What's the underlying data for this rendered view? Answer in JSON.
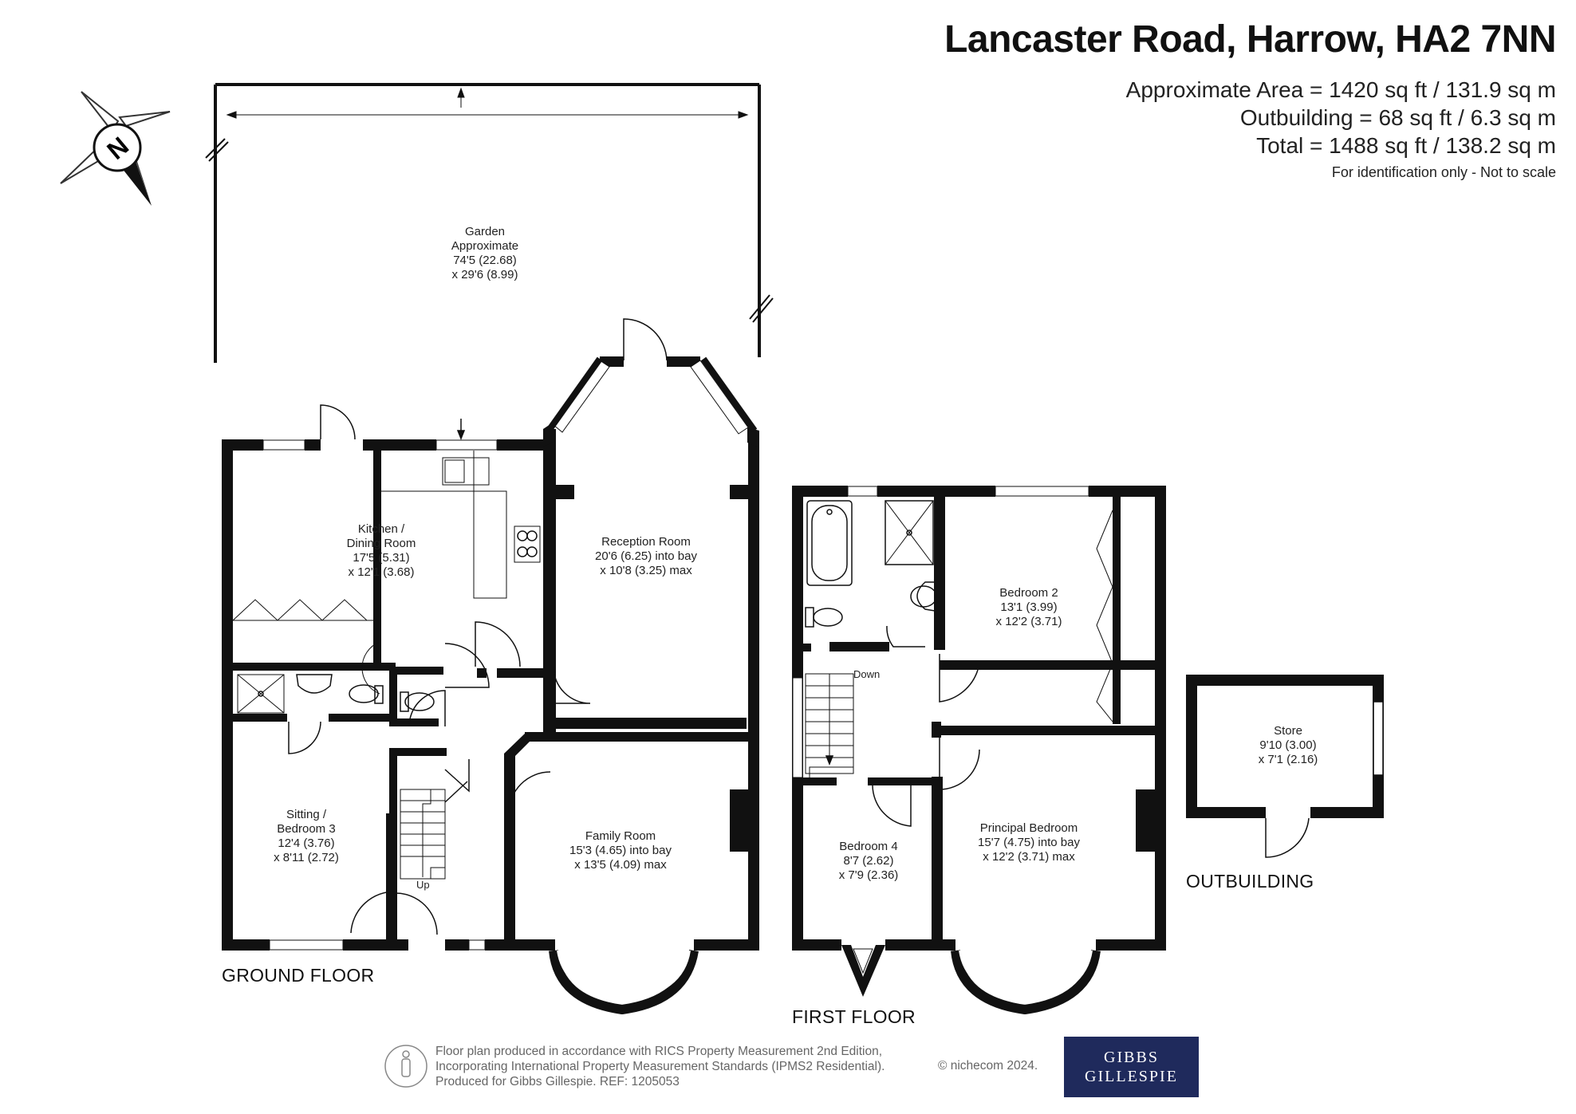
{
  "header": {
    "title": "Lancaster Road, Harrow, HA2 7NN",
    "area_approx": "Approximate Area = 1420 sq ft / 131.9 sq m",
    "area_outbuilding": "Outbuilding = 68 sq ft / 6.3 sq m",
    "area_total": "Total = 1488 sq ft / 138.2 sq m",
    "note": "For identification only - Not to scale"
  },
  "compass": {
    "letter": "N"
  },
  "garden": {
    "name": "Garden",
    "line2": "Approximate",
    "dim1": "74'5 (22.68)",
    "dim2": "x 29'6 (8.99)"
  },
  "ground_floor": {
    "label": "GROUND FLOOR",
    "stairs_label": "Up",
    "kitchen": {
      "name1": "Kitchen /",
      "name2": "Dining Room",
      "dim1": "17'5 (5.31)",
      "dim2": "x 12'1 (3.68)"
    },
    "reception": {
      "name": "Reception Room",
      "dim1": "20'6 (6.25) into bay",
      "dim2": "x 10'8 (3.25) max"
    },
    "sitting": {
      "name1": "Sitting /",
      "name2": "Bedroom 3",
      "dim1": "12'4 (3.76)",
      "dim2": "x 8'11 (2.72)"
    },
    "family": {
      "name": "Family Room",
      "dim1": "15'3 (4.65) into bay",
      "dim2": "x 13'5 (4.09) max"
    }
  },
  "first_floor": {
    "label": "FIRST FLOOR",
    "stairs_label": "Down",
    "bedroom2": {
      "name": "Bedroom 2",
      "dim1": "13'1 (3.99)",
      "dim2": "x 12'2 (3.71)"
    },
    "bedroom4": {
      "name": "Bedroom 4",
      "dim1": "8'7 (2.62)",
      "dim2": "x 7'9 (2.36)"
    },
    "principal": {
      "name": "Principal Bedroom",
      "dim1": "15'7 (4.75) into bay",
      "dim2": "x 12'2 (3.71) max"
    }
  },
  "outbuilding": {
    "label": "OUTBUILDING",
    "store": {
      "name": "Store",
      "dim1": "9'10 (3.00)",
      "dim2": "x 7'1 (2.16)"
    }
  },
  "footer": {
    "line1": "Floor plan produced in accordance with RICS Property Measurement 2nd Edition,",
    "line2": "Incorporating International Property Measurement Standards (IPMS2 Residential).",
    "line3": "Produced for Gibbs Gillespie.   REF:  1205053",
    "copyright": "© nichecom 2024."
  },
  "logo": {
    "line1": "GIBBS",
    "line2": "GILLESPIE"
  },
  "colors": {
    "wall": "#111111",
    "brand": "#1f2a5c",
    "window": "#ffffff"
  }
}
